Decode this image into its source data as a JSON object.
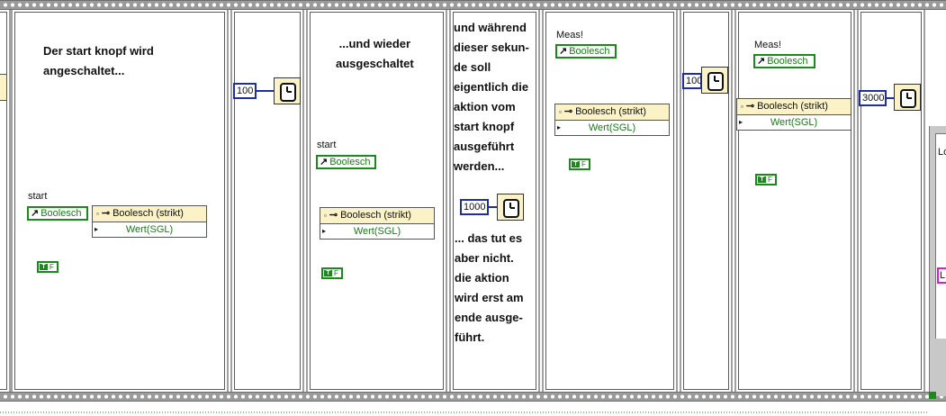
{
  "colors": {
    "bool_wire": "#1a8a1a",
    "ref_wire": "#1a7a8a",
    "numeric": "#1f2fa0",
    "node_fill": "#fbf3c7",
    "frame_gray": "#a0a0a0"
  },
  "frame1": {
    "note": [
      "Der start knopf wird",
      "angeschaltet..."
    ],
    "control_label": "start",
    "control_text": "Boolesch",
    "property_header": "Boolesch (strikt)",
    "property_row": "Wert(SGL)",
    "const_in": "T",
    "const_out": "F"
  },
  "frame2": {
    "wait_ms": "100",
    "icon": "stopwatch-icon"
  },
  "frame3": {
    "note": [
      "...und wieder",
      "ausgeschaltet"
    ],
    "control_label": "start",
    "control_text": "Boolesch",
    "property_header": "Boolesch (strikt)",
    "property_row": "Wert(SGL)",
    "const_in": "T",
    "const_out": "F"
  },
  "frame4": {
    "note_top": [
      "und während",
      "dieser sekun-",
      "de soll",
      "eigentlich die",
      "aktion vom",
      "start knopf",
      "ausgeführt",
      "werden..."
    ],
    "wait_ms": "1000",
    "note_bottom": [
      "... das tut es",
      "aber nicht.",
      "die aktion",
      "wird erst am",
      "ende ausge-",
      "führt."
    ]
  },
  "frame5": {
    "control_label": "Meas!",
    "control_text": "Boolesch",
    "property_header": "Boolesch (strikt)",
    "property_row": "Wert(SGL)",
    "const_in": "T",
    "const_out": "F"
  },
  "frame6": {
    "wait_ms": "100"
  },
  "frame7": {
    "control_label": "Meas!",
    "control_text": "Boolesch",
    "property_header": "Boolesch (strikt)",
    "property_row": "Wert(SGL)",
    "const_in": "T",
    "const_out": "F"
  },
  "frame8": {
    "wait_ms": "3000"
  },
  "edge": {
    "label_cut": "Lo",
    "pink_cut": "L"
  }
}
